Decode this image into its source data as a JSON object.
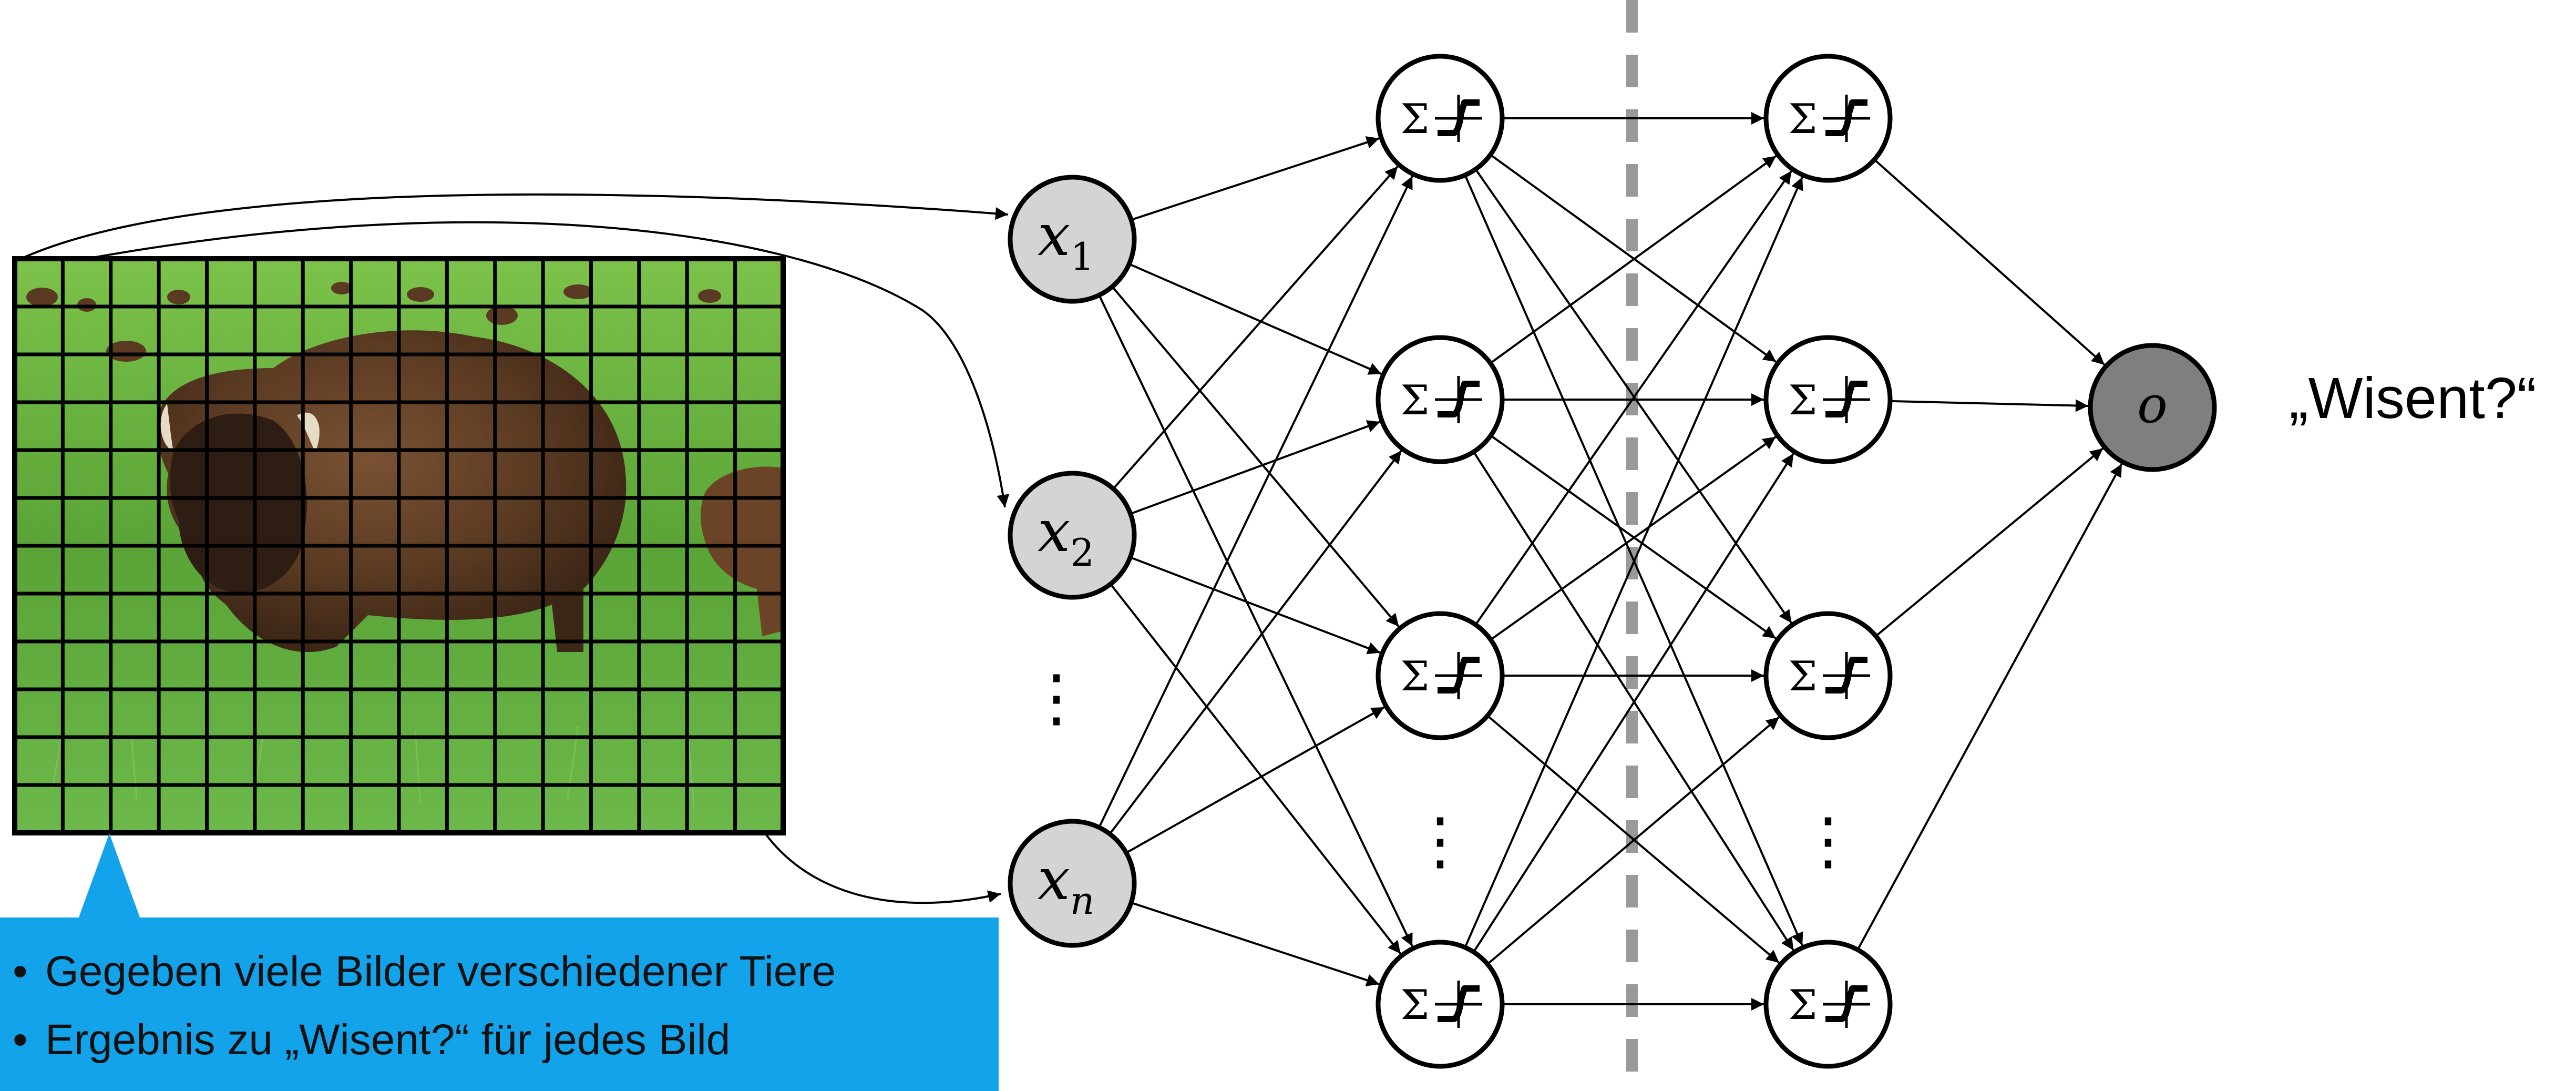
{
  "inputs": [
    {
      "base": "x",
      "sub": "1"
    },
    {
      "base": "x",
      "sub": "2"
    },
    {
      "base": "x",
      "sub": "n"
    }
  ],
  "input_ellipsis": "⋮",
  "hidden_layer_1_count": 4,
  "hidden_layer_2_count": 4,
  "hidden_ellipsis": "⋮",
  "neuron_symbol": "Σ",
  "output_node": {
    "label": "o"
  },
  "output_label": "„Wisent?“",
  "image": {
    "grid_columns": 16,
    "grid_rows": 12
  },
  "callout": {
    "bullets": [
      "Gegeben viele Bilder verschiedener Tiere",
      "Ergebnis zu „Wisent?“ für jedes Bild"
    ]
  },
  "colors": {
    "input_fill": "#d4d4d4",
    "output_fill": "#7f7f7f",
    "divider": "#999999",
    "callout_bg": "#13a3eb",
    "grass": "#5fa83a",
    "bison": "#4a2e1c"
  }
}
